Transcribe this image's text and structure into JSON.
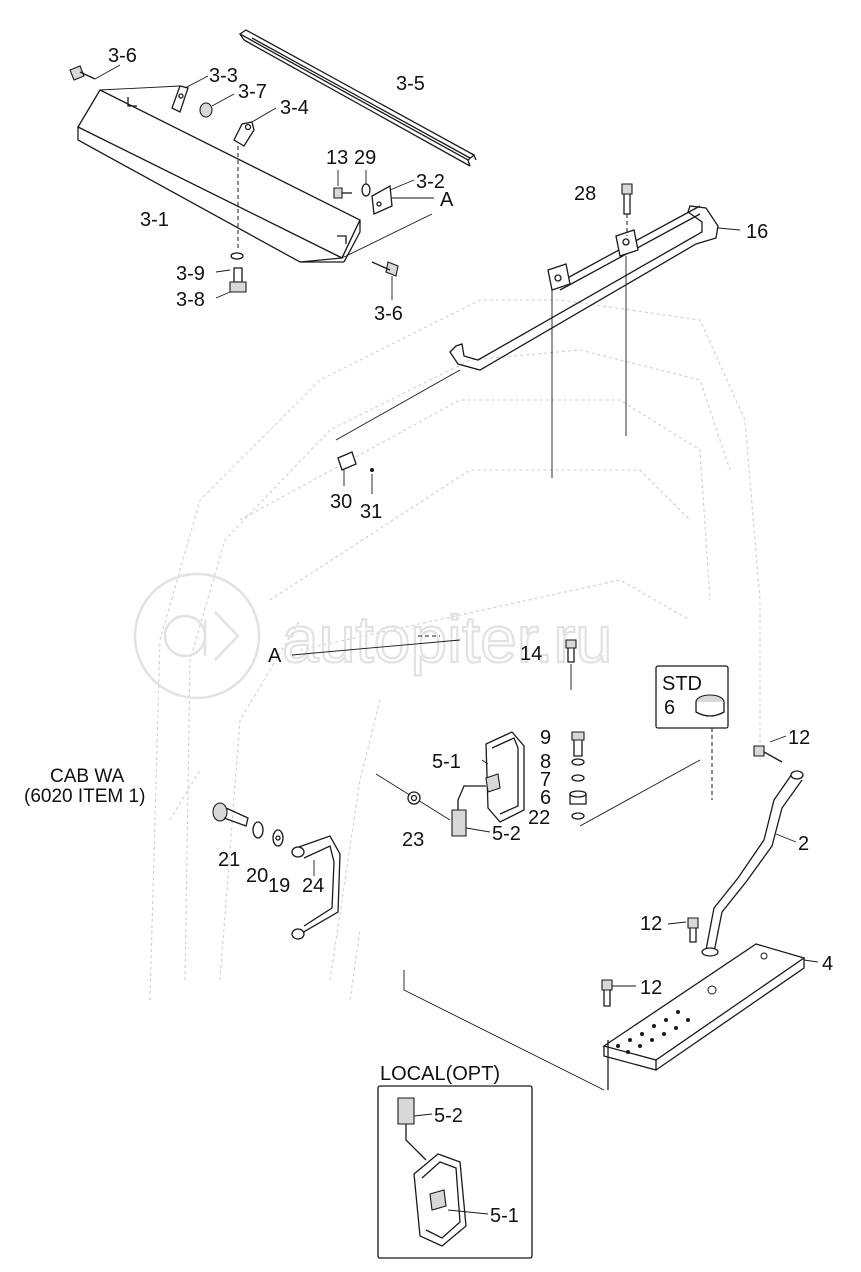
{
  "watermark": {
    "text": "autopiter.ru"
  },
  "labels": {
    "l_3_6_a": "3-6",
    "l_3_3": "3-3",
    "l_3_7": "3-7",
    "l_3_4": "3-4",
    "l_3_5": "3-5",
    "l_13": "13",
    "l_29": "29",
    "l_3_2": "3-2",
    "l_A_top": "A",
    "l_3_1": "3-1",
    "l_3_9": "3-9",
    "l_3_8": "3-8",
    "l_3_6_b": "3-6",
    "l_28": "28",
    "l_16": "16",
    "l_30": "30",
    "l_31": "31",
    "l_A_mid": "A",
    "l_14": "14",
    "l_std": "STD",
    "l_6_std": "6",
    "l_9": "9",
    "l_8": "8",
    "l_7": "7",
    "l_6": "6",
    "l_22": "22",
    "l_5_1_main": "5-1",
    "l_23": "23",
    "l_5_2_main": "5-2",
    "l_cab_1": "CAB WA",
    "l_cab_2": "(6020 ITEM 1)",
    "l_21": "21",
    "l_20": "20",
    "l_19": "19",
    "l_24": "24",
    "l_12_a": "12",
    "l_2": "2",
    "l_12_b": "12",
    "l_4": "4",
    "l_12_c": "12",
    "l_local": "LOCAL(OPT)",
    "l_5_2_local": "5-2",
    "l_5_1_local": "5-1"
  }
}
